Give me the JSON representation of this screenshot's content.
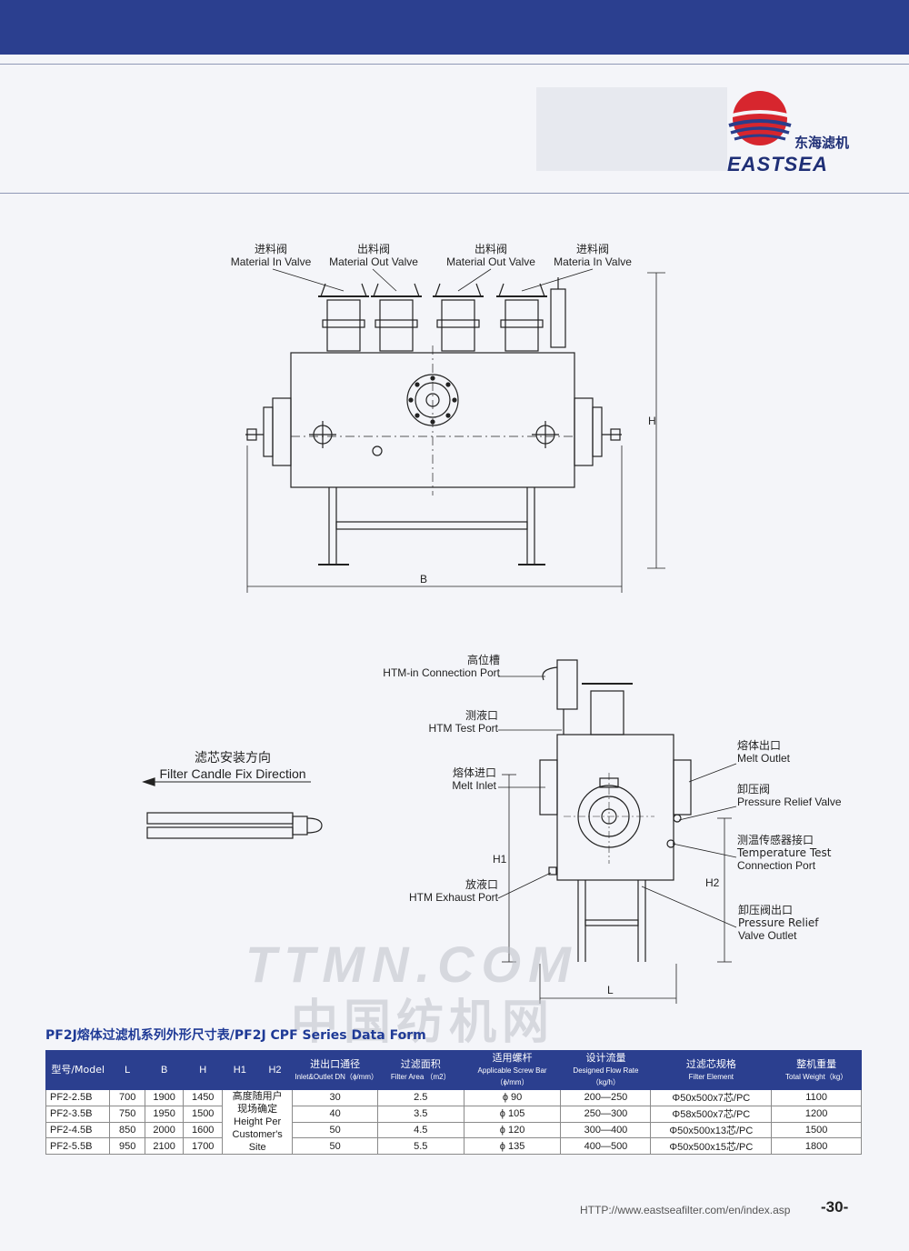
{
  "brand": {
    "cn": "东海滤机",
    "en": "EASTSEA"
  },
  "front_view": {
    "valves": [
      {
        "cn": "进料阀",
        "en": "Material In Valve"
      },
      {
        "cn": "出料阀",
        "en": "Material Out Valve"
      },
      {
        "cn": "出料阀",
        "en": "Material Out Valve"
      },
      {
        "cn": "进料阀",
        "en": "Materia In Valve"
      }
    ],
    "dim_h": "H",
    "dim_b": "B"
  },
  "side_view": {
    "labels": {
      "htm_in": {
        "cn": "高位槽",
        "en": "HTM-in Connection Port"
      },
      "htm_test": {
        "cn": "测液口",
        "en": "HTM Test Port"
      },
      "melt_inlet": {
        "cn": "熔体进口",
        "en": "Melt Inlet"
      },
      "htm_exhaust": {
        "cn": "放液口",
        "en": "HTM Exhaust Port"
      },
      "melt_outlet": {
        "cn": "熔体出口",
        "en": "Melt Outlet"
      },
      "pressure_relief_valve": {
        "cn": "卸压阀",
        "en": "Pressure Relief Valve"
      },
      "temp_port": {
        "cn": "测温传感器接口",
        "en1": "Temperature Test",
        "en2": "Connection Port"
      },
      "relief_outlet": {
        "cn": "卸压阀出口",
        "en1": "Pressure Relief",
        "en2": "Valve Outlet"
      }
    },
    "dim_h1": "H1",
    "dim_h2": "H2",
    "dim_l": "L"
  },
  "filter_candle": {
    "cn": "滤芯安装方向",
    "en": "Filter Candle Fix Direction"
  },
  "watermark": {
    "line1": "TTMN.COM",
    "line2": "中国纺机网"
  },
  "table": {
    "title": "PF2J熔体过滤机系列外形尺寸表/PF2J CPF Series Data Form",
    "headers": [
      {
        "cn": "型号/Model",
        "en": ""
      },
      {
        "cn": "L",
        "en": ""
      },
      {
        "cn": "B",
        "en": ""
      },
      {
        "cn": "H",
        "en": ""
      },
      {
        "cn": "H1",
        "en": ""
      },
      {
        "cn": "H2",
        "en": ""
      },
      {
        "cn": "进出口通径",
        "en": "Inlet&Outlet DN（ϕ/mm）"
      },
      {
        "cn": "过滤面积",
        "en": "Filter Area （m2）"
      },
      {
        "cn": "适用螺杆",
        "en": "Applicable Screw Bar （ϕ/mm）"
      },
      {
        "cn": "设计流量",
        "en": "Designed Flow Rate（kg/h）"
      },
      {
        "cn": "过滤芯规格",
        "en": "Filter Element"
      },
      {
        "cn": "整机重量",
        "en": "Total Weight（kg）"
      }
    ],
    "merged_note": [
      "高度随用户",
      "现场确定",
      "Height Per",
      "Customer's",
      "Site"
    ],
    "rows": [
      [
        "PF2-2.5B",
        "700",
        "1900",
        "1450",
        "30",
        "2.5",
        "ϕ 90",
        "200—250",
        "Φ50x500x7芯/PC",
        "1100"
      ],
      [
        "PF2-3.5B",
        "750",
        "1950",
        "1500",
        "40",
        "3.5",
        "ϕ 105",
        "250—300",
        "Φ58x500x7芯/PC",
        "1200"
      ],
      [
        "PF2-4.5B",
        "850",
        "2000",
        "1600",
        "50",
        "4.5",
        "ϕ 120",
        "300—400",
        "Φ50x500x13芯/PC",
        "1500"
      ],
      [
        "PF2-5.5B",
        "950",
        "2100",
        "1700",
        "50",
        "5.5",
        "ϕ 135",
        "400—500",
        "Φ50x500x15芯/PC",
        "1800"
      ]
    ]
  },
  "footer": {
    "url": "HTTP://www.eastseafilter.com/en/index.asp",
    "page": "-30-"
  },
  "colors": {
    "brand_blue": "#2b3f8f",
    "logo_red": "#d7262e"
  }
}
